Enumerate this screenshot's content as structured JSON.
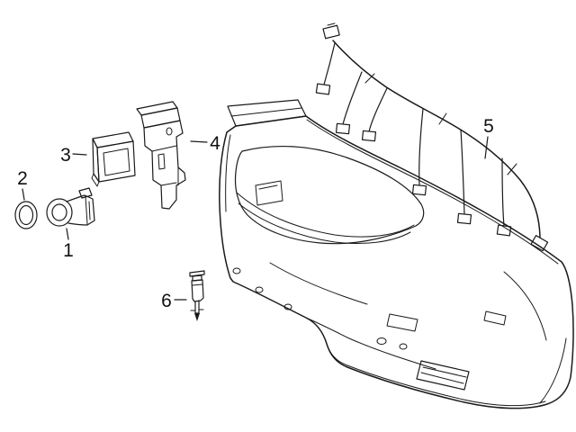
{
  "page": {
    "background_color": "#ffffff",
    "line_color": "#1a1a1a"
  },
  "diagram": {
    "kind": "exploded-parts-line-drawing",
    "callouts": [
      {
        "label": "1",
        "part": "parking-sensor"
      },
      {
        "label": "2",
        "part": "seal-ring"
      },
      {
        "label": "3",
        "part": "control-module"
      },
      {
        "label": "4",
        "part": "mounting-bracket"
      },
      {
        "label": "5",
        "part": "wiring-harness"
      },
      {
        "label": "6",
        "part": "ambient-temperature-sensor"
      }
    ]
  }
}
